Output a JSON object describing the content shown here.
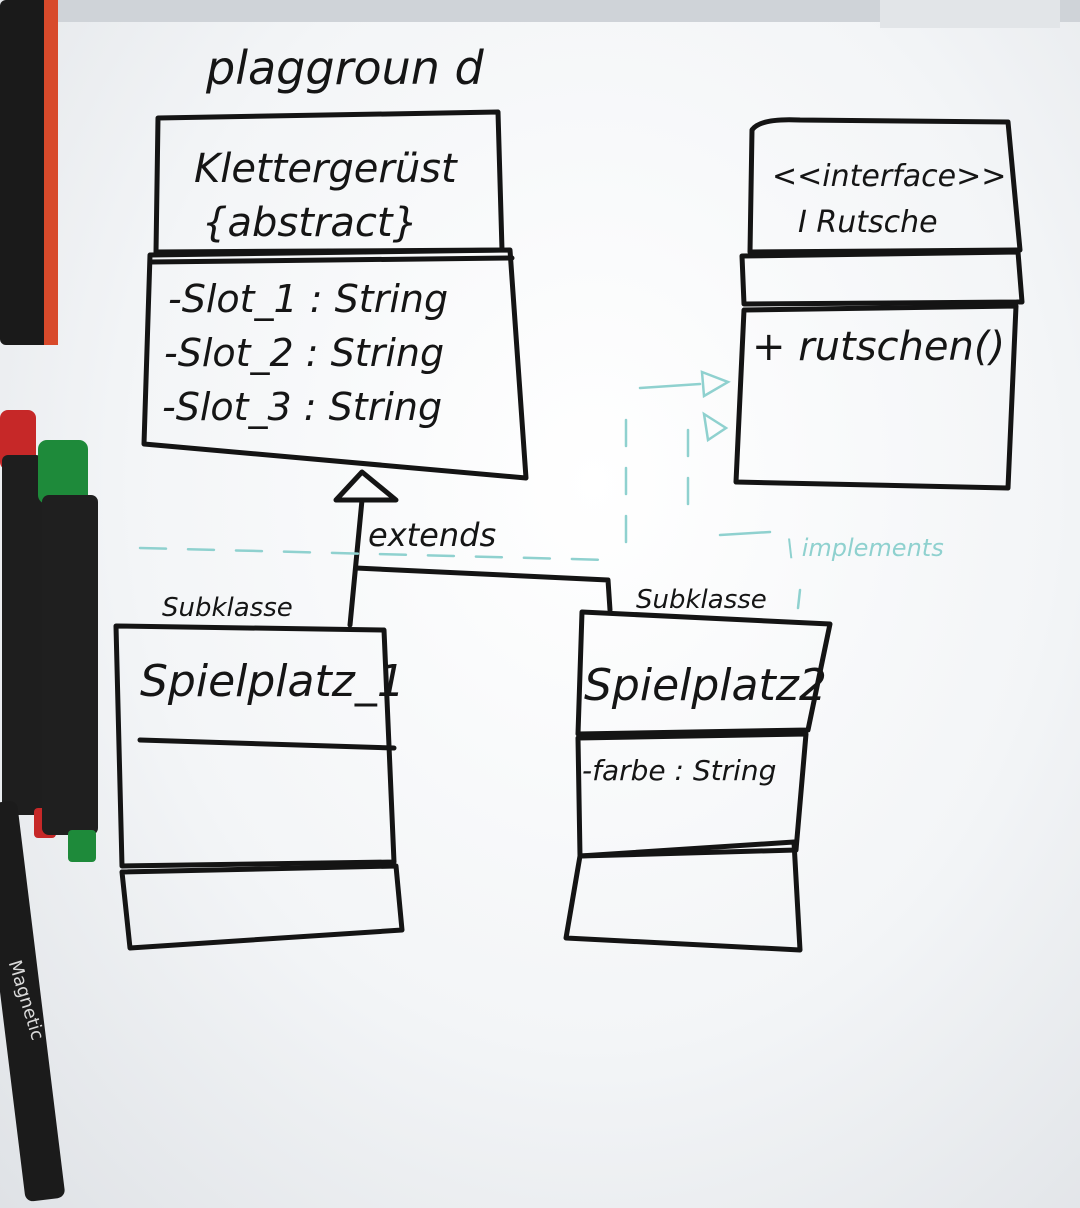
{
  "title": "plaggroun d",
  "classes": {
    "klettergeruest": {
      "name": "Klettergerüst",
      "stereotype": "{abstract}",
      "attributes": [
        "-Slot_1 : String",
        "-Slot_2 : String",
        "-Slot_3 : String"
      ]
    },
    "rutsche": {
      "stereotype": "<<interface>>",
      "name": "I Rutsche",
      "methods": [
        "+ rutschen()"
      ]
    },
    "spielplatz1": {
      "label": "Subklasse",
      "name": "Spielplatz_1"
    },
    "spielplatz2": {
      "label": "Subklasse",
      "name": "Spielplatz2",
      "attributes": [
        "-farbe : String"
      ]
    }
  },
  "relations": {
    "extends_label": "extends",
    "implements_label": "\\ implements"
  },
  "markers": {
    "brand_text": "Magnetic"
  },
  "colors": {
    "ink": "#141414",
    "implements_line": "#8fd1cf",
    "marker_red": "#c62828",
    "marker_green": "#1e8a3a",
    "marker_black": "#1b1b1b",
    "frame": "#d84a2b"
  }
}
